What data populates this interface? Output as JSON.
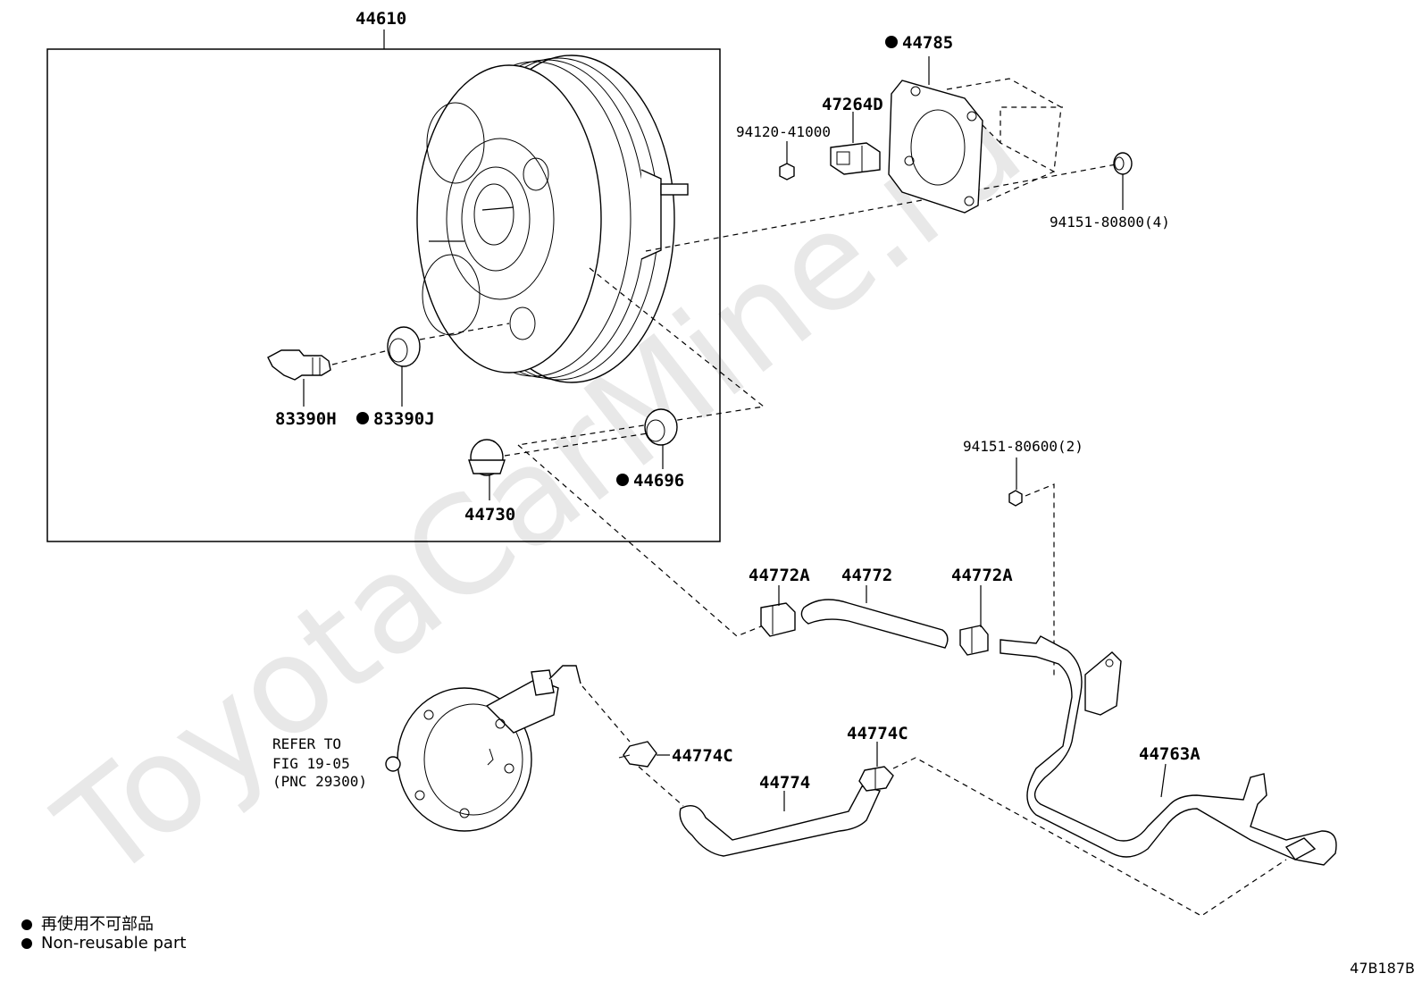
{
  "watermark": "ToyotaCarMine.ru",
  "diagram_code": "47B187B",
  "labels": {
    "l44610": "44610",
    "l44785": "44785",
    "l47264D": "47264D",
    "l9412041000": "94120-41000",
    "l9415180800": "94151-80800(4)",
    "l83390H": "83390H",
    "l83390J": "83390J",
    "l44730": "44730",
    "l44696": "44696",
    "l9415180600": "94151-80600(2)",
    "l44772A_1": "44772A",
    "l44772": "44772",
    "l44772A_2": "44772A",
    "l44774C_1": "44774C",
    "l44774C_2": "44774C",
    "l44774": "44774",
    "l44763A": "44763A",
    "refer1": "REFER TO",
    "refer2": "FIG 19-05",
    "refer3": "(PNC 29300)"
  },
  "legend": {
    "jp": "再使用不可部品",
    "en": "Non-reusable part"
  }
}
